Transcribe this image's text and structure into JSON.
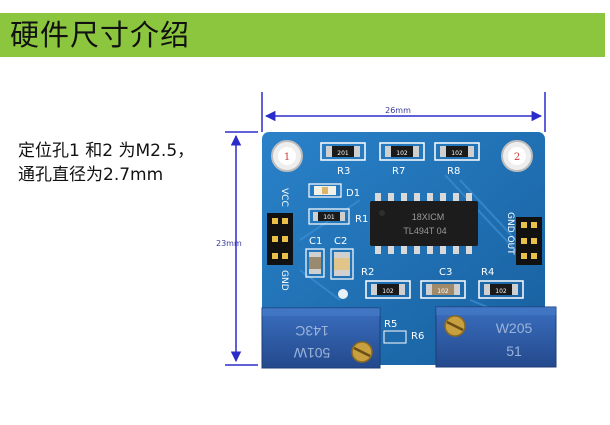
{
  "header": {
    "title": "硬件尺寸介绍"
  },
  "description": {
    "line1": "定位孔1 和2 为M2.5，",
    "line2": "通孔直径为2.7mm"
  },
  "dimensions": {
    "width_label": "26mm",
    "height_label": "23mm"
  },
  "board": {
    "hole_labels": [
      "1",
      "2"
    ],
    "labels": {
      "r3": "R3",
      "r7": "R7",
      "r8": "R8",
      "d1": "D1",
      "r1": "R1",
      "c1": "C1",
      "c2": "C2",
      "r2": "R2",
      "c3": "C3",
      "r4": "R4",
      "r5": "R5",
      "r6": "R6",
      "vcc": "VCC",
      "gnd_left": "GND",
      "gnd_out": "GND OUT"
    },
    "resistor_codes": {
      "r3": "201",
      "r7": "102",
      "r8": "102",
      "r1": "101",
      "r2": "102",
      "c3": "102",
      "r4": "102"
    },
    "ic": {
      "line1": "18XICM",
      "line2": "TL494T 04"
    },
    "pot_left": {
      "line1": "143C",
      "line2": "501W"
    },
    "pot_right": {
      "line1": "W205",
      "line2": "51"
    }
  },
  "colors": {
    "banner": "#8cc63f",
    "pcb": "#1f74bd",
    "dimension": "#2b2bcc",
    "pot": "#2c5aa6",
    "hole_label": "#d23a3a"
  }
}
